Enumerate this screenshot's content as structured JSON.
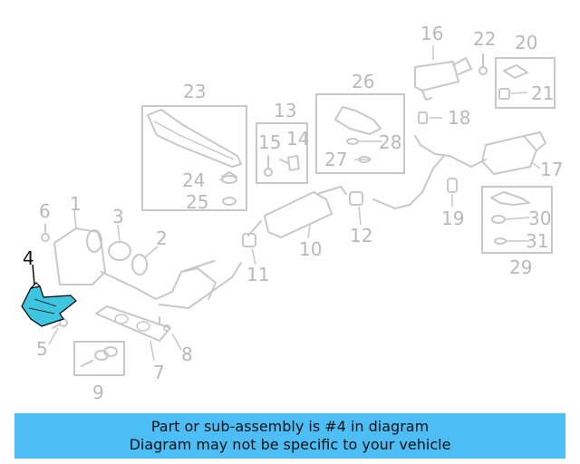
{
  "callouts": [
    {
      "id": "1",
      "highlight": false
    },
    {
      "id": "2",
      "highlight": false
    },
    {
      "id": "3",
      "highlight": false
    },
    {
      "id": "4",
      "highlight": true
    },
    {
      "id": "5",
      "highlight": false
    },
    {
      "id": "6",
      "highlight": false
    },
    {
      "id": "7",
      "highlight": false
    },
    {
      "id": "8",
      "highlight": false
    },
    {
      "id": "9",
      "highlight": false
    },
    {
      "id": "10",
      "highlight": false
    },
    {
      "id": "11",
      "highlight": false
    },
    {
      "id": "12",
      "highlight": false
    },
    {
      "id": "13",
      "highlight": false
    },
    {
      "id": "14",
      "highlight": false
    },
    {
      "id": "15",
      "highlight": false
    },
    {
      "id": "16",
      "highlight": false
    },
    {
      "id": "17",
      "highlight": false
    },
    {
      "id": "18",
      "highlight": false
    },
    {
      "id": "19",
      "highlight": false
    },
    {
      "id": "20",
      "highlight": false
    },
    {
      "id": "21",
      "highlight": false
    },
    {
      "id": "22",
      "highlight": false
    },
    {
      "id": "23",
      "highlight": false
    },
    {
      "id": "24",
      "highlight": false
    },
    {
      "id": "25",
      "highlight": false
    },
    {
      "id": "26",
      "highlight": false
    },
    {
      "id": "27",
      "highlight": false
    },
    {
      "id": "28",
      "highlight": false
    },
    {
      "id": "29",
      "highlight": false
    },
    {
      "id": "30",
      "highlight": false
    },
    {
      "id": "31",
      "highlight": false
    }
  ],
  "colors": {
    "highlight_part": "#3ec6e0",
    "part_line": "#c8c8c8",
    "callout_text": "#b9b9b9",
    "banner_bg": "#4dbdf5"
  },
  "banner": {
    "line1": "Part or sub-assembly is #4 in diagram",
    "line2": "Diagram may not be specific to your vehicle"
  }
}
